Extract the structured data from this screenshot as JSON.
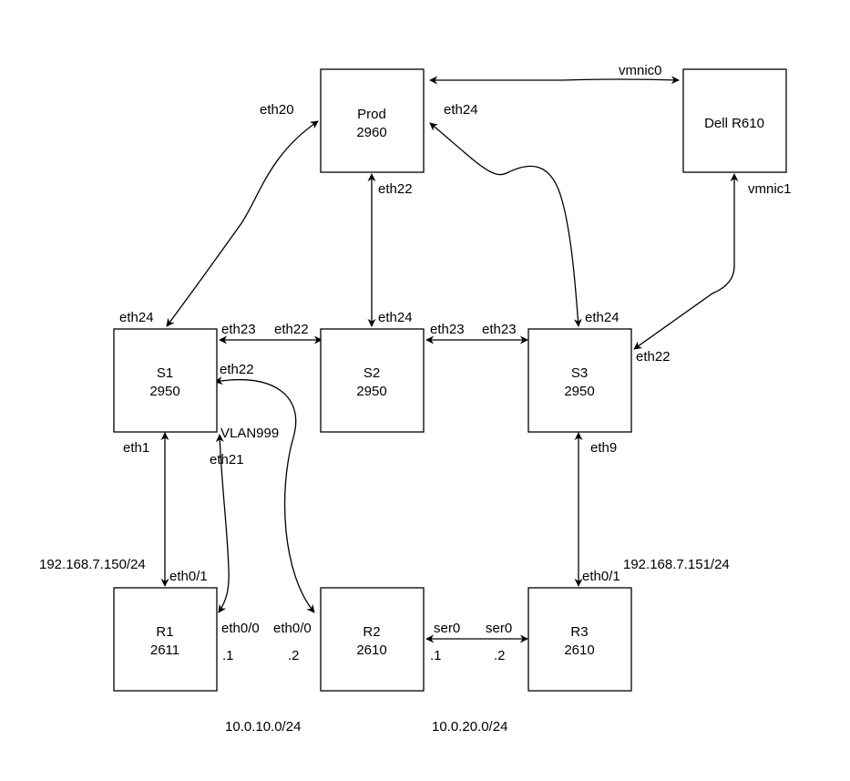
{
  "nodes": {
    "prod": {
      "name": "Prod",
      "model": "2960"
    },
    "dell": {
      "name": "Dell R610",
      "model": ""
    },
    "s1": {
      "name": "S1",
      "model": "2950"
    },
    "s2": {
      "name": "S2",
      "model": "2950"
    },
    "s3": {
      "name": "S3",
      "model": "2950"
    },
    "r1": {
      "name": "R1",
      "model": "2611"
    },
    "r2": {
      "name": "R2",
      "model": "2610"
    },
    "r3": {
      "name": "R3",
      "model": "2610"
    }
  },
  "ports": {
    "prod_eth20": "eth20",
    "prod_eth24": "eth24",
    "prod_eth22": "eth22",
    "dell_vmnic0": "vmnic0",
    "dell_vmnic1": "vmnic1",
    "s1_eth24": "eth24",
    "s1_eth23": "eth23",
    "s1_eth22": "eth22",
    "s1_vlan": "VLAN999",
    "s1_eth21": "eth21",
    "s1_eth1": "eth1",
    "s2_eth22": "eth22",
    "s2_eth24": "eth24",
    "s2_eth23": "eth23",
    "s3_eth23": "eth23",
    "s3_eth24": "eth24",
    "s3_eth22": "eth22",
    "s3_eth9": "eth9",
    "r1_eth0_1": "eth0/1",
    "r1_eth0_0": "eth0/0",
    "r1_host": ".1",
    "r2_eth0_0": "eth0/0",
    "r2_host_a": ".2",
    "r2_ser0": "ser0",
    "r2_host_b": ".1",
    "r3_ser0": "ser0",
    "r3_host": ".2",
    "r3_eth0_1": "eth0/1"
  },
  "addresses": {
    "r1_ip": "192.168.7.150/24",
    "r3_ip": "192.168.7.151/24",
    "net_r1_r2": "10.0.10.0/24",
    "net_r2_r3": "10.0.20.0/24"
  }
}
